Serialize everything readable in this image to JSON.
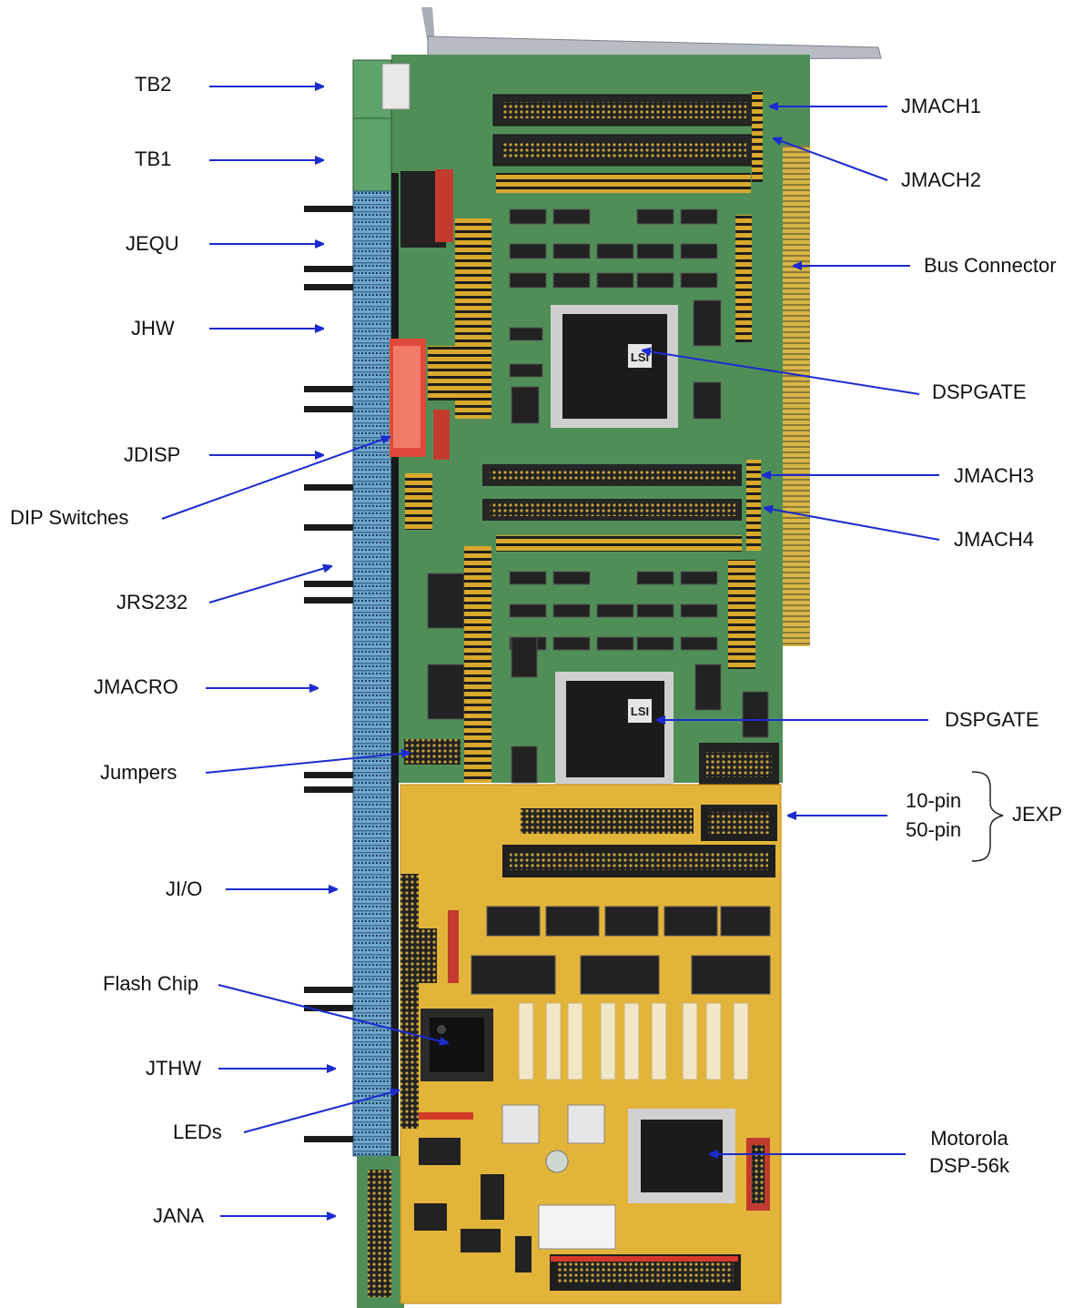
{
  "colors": {
    "arrow": "#1c2bd0",
    "pcb_green": "#4f8f57",
    "pcb_yellow": "#e3b43a",
    "connector_blue": "#78aed2",
    "bracket_gray": "#a9adb5",
    "chip_black": "#1b1b1b",
    "gold": "#d2a52a"
  },
  "labels": {
    "tb2": "TB2",
    "tb1": "TB1",
    "jequ": "JEQU",
    "jhw": "JHW",
    "jdisp": "JDISP",
    "dip_switches": "DIP Switches",
    "jrs232": "JRS232",
    "jmacro": "JMACRO",
    "jumpers": "Jumpers",
    "jio": "JI/O",
    "flash_chip": "Flash Chip",
    "jthw": "JTHW",
    "leds": "LEDs",
    "jana": "JANA",
    "jmach1": "JMACH1",
    "jmach2": "JMACH2",
    "bus_connector": "Bus Connector",
    "dspgate_1": "DSPGATE",
    "jmach3": "JMACH3",
    "jmach4": "JMACH4",
    "dspgate_2": "DSPGATE",
    "pin10": "10-pin",
    "pin50": "50-pin",
    "jexp": "JEXP",
    "motorola_line1": "Motorola",
    "motorola_line2": "DSP-56k"
  },
  "chip_marks": {
    "dsp_logo": "LSI"
  }
}
